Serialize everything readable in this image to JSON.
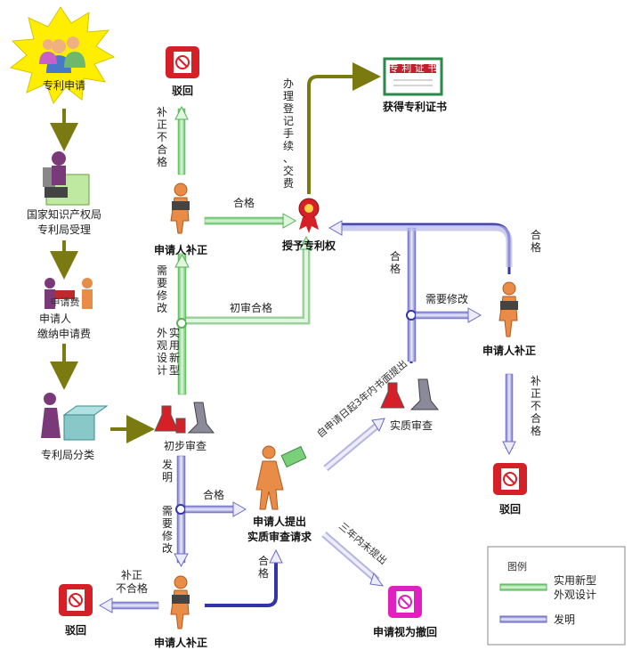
{
  "nodes": {
    "start": "专利申请",
    "office_1": "国家知识产权局",
    "office_2": "专利局受理",
    "pay_1": "申请人",
    "pay_2": "缴纳申请费",
    "pay_tag": "申请费",
    "classify": "专利局分类",
    "prelim": "初步审查",
    "reject_top": "驳回",
    "correct_top": "申请人补正",
    "grant": "授予专利权",
    "certificate": "获得专利证书",
    "cert_banner": "专 利 证 书",
    "correct_right": "申请人补正",
    "reject_right": "驳回",
    "substantive": "实质审查",
    "request_1": "申请人提出",
    "request_2": "实质审查请求",
    "correct_bottom": "申请人补正",
    "reject_bottom": "驳回",
    "withdraw": "申请视为撤回"
  },
  "edges": {
    "fail_top": "补正不合格",
    "pass_top": "合格",
    "register": "办理登记手续、交费",
    "need_fix_left": "需要修改",
    "prelim_pass": "初审合格",
    "utility": "实用新型外观设计",
    "invention": "发明",
    "pass_mid": "合格",
    "need_fix_mid": "需要修改",
    "within3": "自申请日起3年内书面提出",
    "not3": "三年内未提出",
    "pass_bottom": "合格",
    "fail_bottom_1": "补正",
    "fail_bottom_2": "不合格",
    "sub_pass": "合格",
    "sub_need": "需要修改",
    "right_pass": "合格",
    "right_fail": "补正不合格"
  },
  "legend": {
    "title": "图例",
    "green_1": "实用新型",
    "green_2": "外观设计",
    "blue": "发明"
  },
  "colors": {
    "olive": "#7a7a10",
    "green": "#8fdc8f",
    "blue": "#3333aa",
    "lavender": "#b6b6e8",
    "red": "#d62027",
    "magenta": "#e020c0",
    "starYellow": "#ffee00"
  }
}
